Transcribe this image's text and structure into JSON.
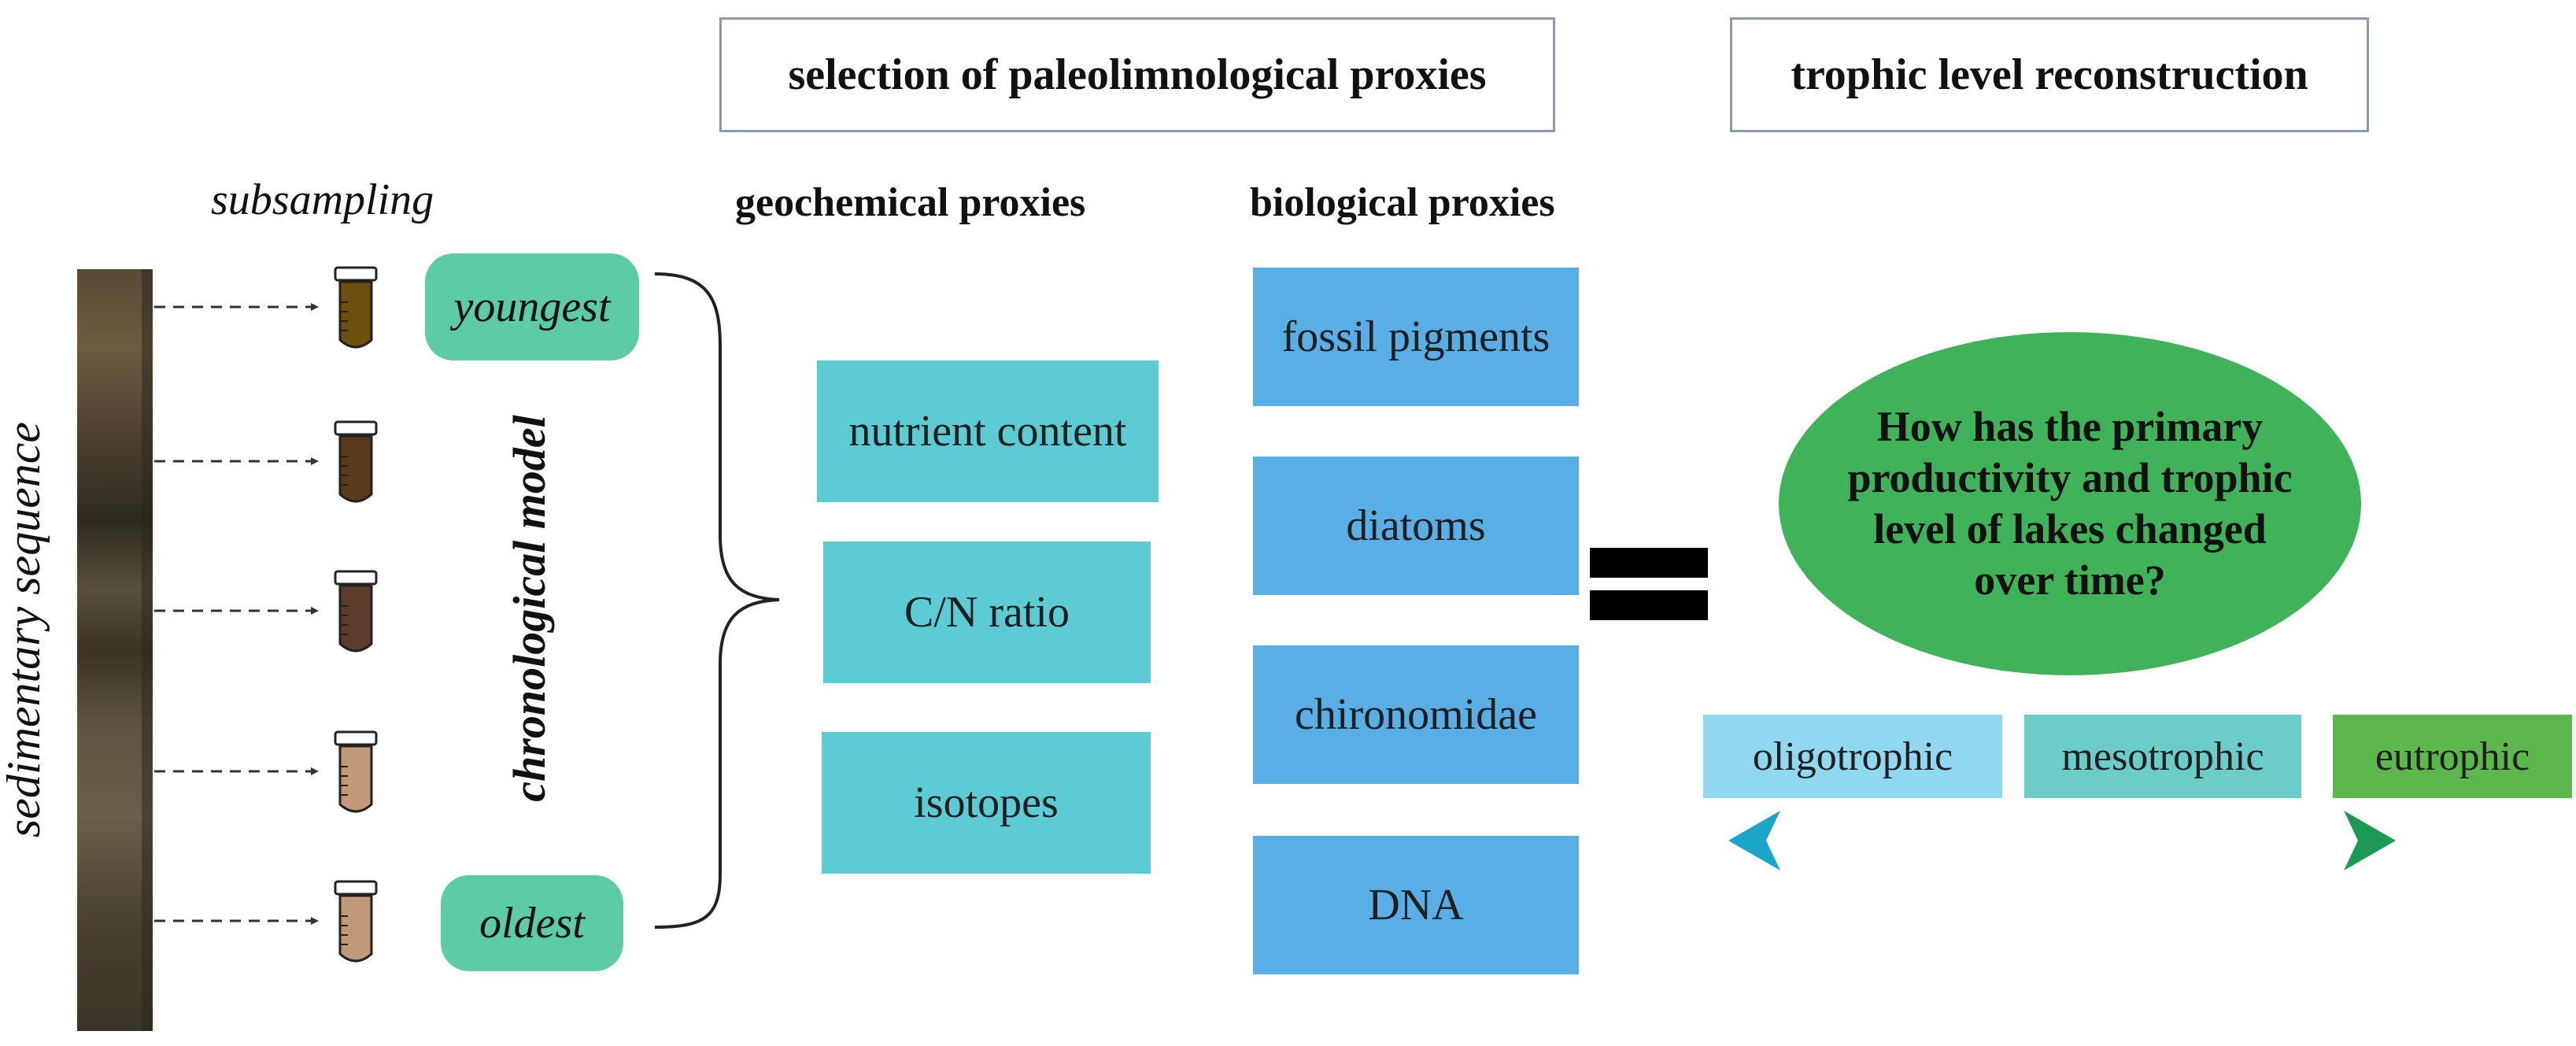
{
  "header": {
    "selection": "selection of paleolimnological proxies",
    "trophic": "trophic level reconstruction"
  },
  "core": {
    "subsampling_label": "subsampling",
    "sequence_label": "sedimentary sequence",
    "chrono_label": "chronological model",
    "youngest": "youngest",
    "oldest": "oldest"
  },
  "geochemical": {
    "title": "geochemical proxies",
    "items": [
      "nutrient content",
      "C/N ratio",
      "isotopes"
    ]
  },
  "biological": {
    "title": "biological proxies",
    "items": [
      "fossil pigments",
      "diatoms",
      "chironomidae",
      "DNA"
    ]
  },
  "question": {
    "lines": [
      "How has the primary",
      "productivity and trophic",
      "level of lakes changed",
      "over time?"
    ]
  },
  "trophic_states": [
    "oligotrophic",
    "mesotrophic",
    "eutrophic"
  ],
  "colors": {
    "geo": "#5ccbd4",
    "bio": "#5aaee6",
    "label": "#5ccba6",
    "oligotrophic": "#8fd8f0",
    "mesotrophic": "#6ccdc8",
    "eutrophic": "#5cb84c",
    "question_fill": "#3fb25a",
    "arrow_start": "#1aa6c8",
    "arrow_end": "#1a9a52",
    "tube_fills": [
      "#6e4f0c",
      "#5a3c1c",
      "#5c3d2c",
      "#c09a78",
      "#c09a78"
    ]
  }
}
